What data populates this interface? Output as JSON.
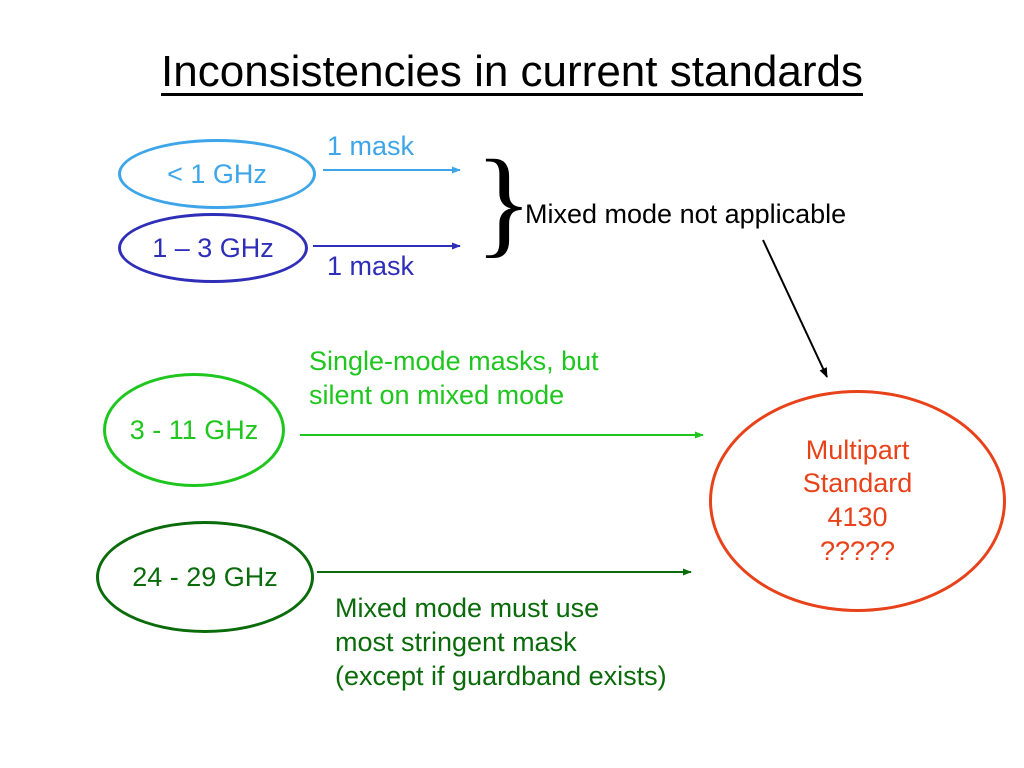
{
  "title": "Inconsistencies in current standards",
  "bands": [
    {
      "label": "< 1 GHz",
      "color": "#3ea6e8"
    },
    {
      "label": "1 – 3 GHz",
      "color": "#2e2eb8"
    },
    {
      "label": "3 - 11 GHz",
      "color": "#1ec61e"
    },
    {
      "label": "24 - 29 GHz",
      "color": "#0a6b0a"
    }
  ],
  "arrow_labels": {
    "band1": "1 mask",
    "band2": "1 mask",
    "band3": "Single-mode masks, but\nsilent on mixed mode",
    "band4": "Mixed mode must use\nmost stringent mask\n(except if guardband exists)"
  },
  "brace_glyph": "}",
  "brace_note": "Mixed mode not applicable",
  "target": {
    "label": "Multipart\nStandard\n4130\n?????",
    "color": "#e8421a"
  }
}
